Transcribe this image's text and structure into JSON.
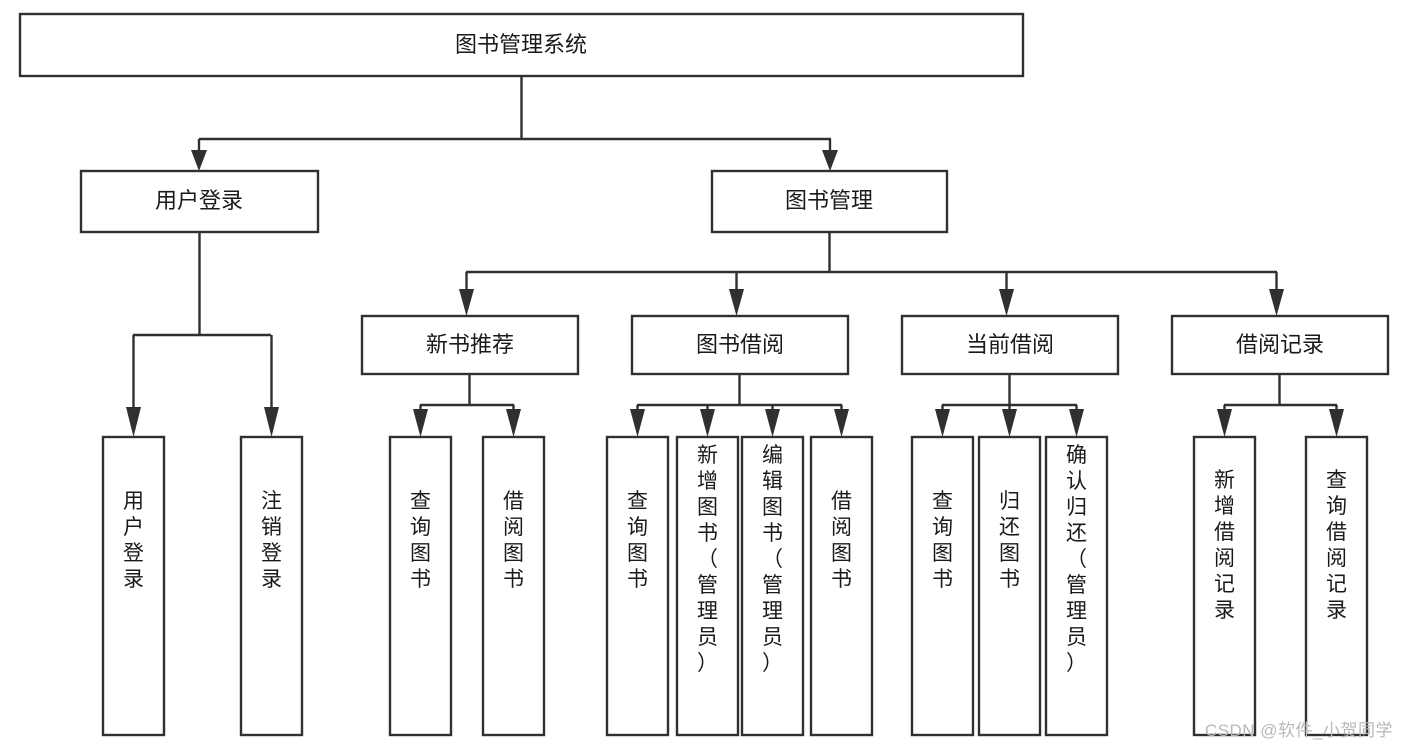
{
  "diagram": {
    "title": "图书管理系统",
    "type": "hierarchy-tree",
    "watermark": "CSDN @软件_小贺同学",
    "colors": {
      "stroke": "#303030",
      "box_fill": "#ffffff",
      "text": "#1a1a1a",
      "background": "#ffffff",
      "watermark": "#b8b8b8"
    },
    "levels": {
      "root": {
        "label": "图书管理系统"
      },
      "level2": [
        {
          "id": "user-login",
          "label": "用户登录"
        },
        {
          "id": "book-management",
          "label": "图书管理"
        }
      ],
      "level3": [
        {
          "id": "new-book-recommend",
          "label": "新书推荐",
          "parent": "book-management"
        },
        {
          "id": "book-borrow",
          "label": "图书借阅",
          "parent": "book-management"
        },
        {
          "id": "current-borrow",
          "label": "当前借阅",
          "parent": "book-management"
        },
        {
          "id": "borrow-record",
          "label": "借阅记录",
          "parent": "book-management"
        }
      ],
      "leaves": [
        {
          "id": "leaf-user-login",
          "label": "用户登录",
          "parent": "user-login"
        },
        {
          "id": "leaf-user-logout",
          "label": "注销登录",
          "parent": "user-login"
        },
        {
          "id": "leaf-query-book-1",
          "label": "查询图书",
          "parent": "new-book-recommend"
        },
        {
          "id": "leaf-borrow-book-1",
          "label": "借阅图书",
          "parent": "new-book-recommend"
        },
        {
          "id": "leaf-query-book-2",
          "label": "查询图书",
          "parent": "book-borrow"
        },
        {
          "id": "leaf-add-book",
          "label": "新增图书（管理员）",
          "parent": "book-borrow"
        },
        {
          "id": "leaf-edit-book",
          "label": "编辑图书（管理员）",
          "parent": "book-borrow"
        },
        {
          "id": "leaf-borrow-book-2",
          "label": "借阅图书",
          "parent": "book-borrow"
        },
        {
          "id": "leaf-query-book-3",
          "label": "查询图书",
          "parent": "current-borrow"
        },
        {
          "id": "leaf-return-book",
          "label": "归还图书",
          "parent": "current-borrow"
        },
        {
          "id": "leaf-confirm-return",
          "label": "确认归还（管理员）",
          "parent": "current-borrow"
        },
        {
          "id": "leaf-add-record",
          "label": "新增借阅记录",
          "parent": "borrow-record"
        },
        {
          "id": "leaf-query-record",
          "label": "查询借阅记录",
          "parent": "borrow-record"
        }
      ]
    }
  }
}
